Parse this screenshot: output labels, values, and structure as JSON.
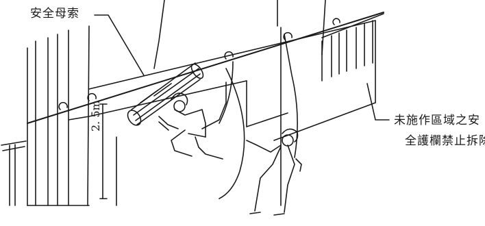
{
  "labels": {
    "lifeline": "安全母索",
    "guardrail_note_line1": "未施作區域之安",
    "guardrail_note_line2": "全護欄禁止拆除",
    "height": "2. 5m"
  },
  "colors": {
    "ink": "#1a1a1a",
    "background": "#ffffff"
  }
}
